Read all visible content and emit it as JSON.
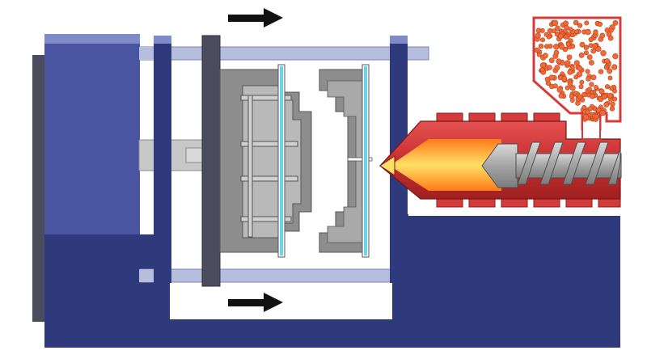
{
  "diagram": {
    "subject": "injection-molding-machine",
    "labels": []
  },
  "arrows": {
    "top_direction": "right",
    "bottom_direction": "right"
  },
  "colors": {
    "background": "#ffffff",
    "frame_navy": "#2e3a7c",
    "frame_blue": "#4a55a2",
    "platen_light": "#9aa6d8",
    "dark_platen": "#4b4b5e",
    "mold_gray": "#8d8d8d",
    "mold_light": "#b9b9b9",
    "tie_bar": "#b6bede",
    "cavity_cyan": "#6ad3ee",
    "barrel_red": "#d43c3c",
    "barrel_dark": "#a82222",
    "melt_orange": "#ff8a1e",
    "melt_yellow": "#ffd84a",
    "screw_gray": "#a8a8a8",
    "pellet_orange": "#f06b3a",
    "arrow_black": "#111111"
  }
}
